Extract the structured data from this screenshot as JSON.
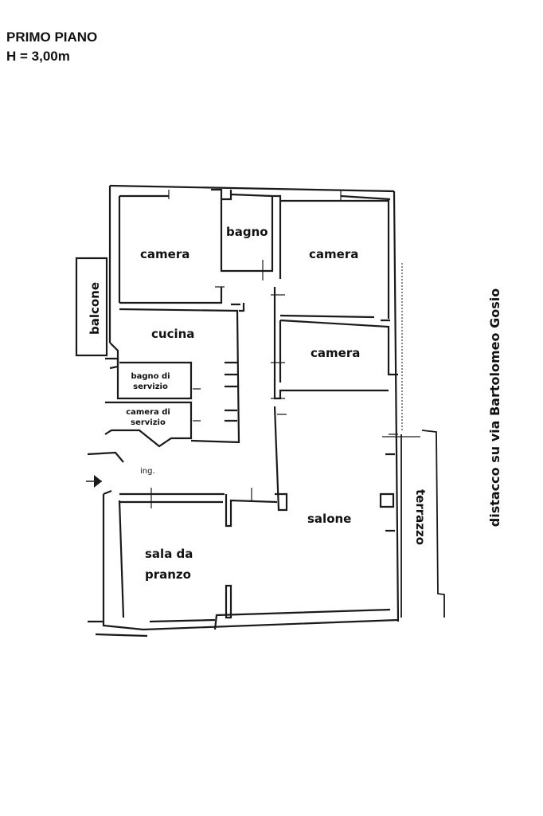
{
  "header": {
    "floor": "PRIMO PIANO",
    "height": "H = 3,00m"
  },
  "rooms": {
    "camera_1": "camera",
    "bagno": "bagno",
    "camera_2": "camera",
    "balcone": "balcone",
    "cucina": "cucina",
    "camera_3": "camera",
    "bagno_servizio_1": "bagno di",
    "bagno_servizio_2": "servizio",
    "camera_servizio_1": "camera di",
    "camera_servizio_2": "servizio",
    "ingresso": "ing.",
    "salone": "salone",
    "sala_pranzo_1": "sala da",
    "sala_pranzo_2": "pranzo",
    "terrazzo": "terrazzo"
  },
  "side_note": "distacco su via Bartolomeo Gosio",
  "colors": {
    "wall": "#1a1a1a",
    "background": "#ffffff"
  }
}
